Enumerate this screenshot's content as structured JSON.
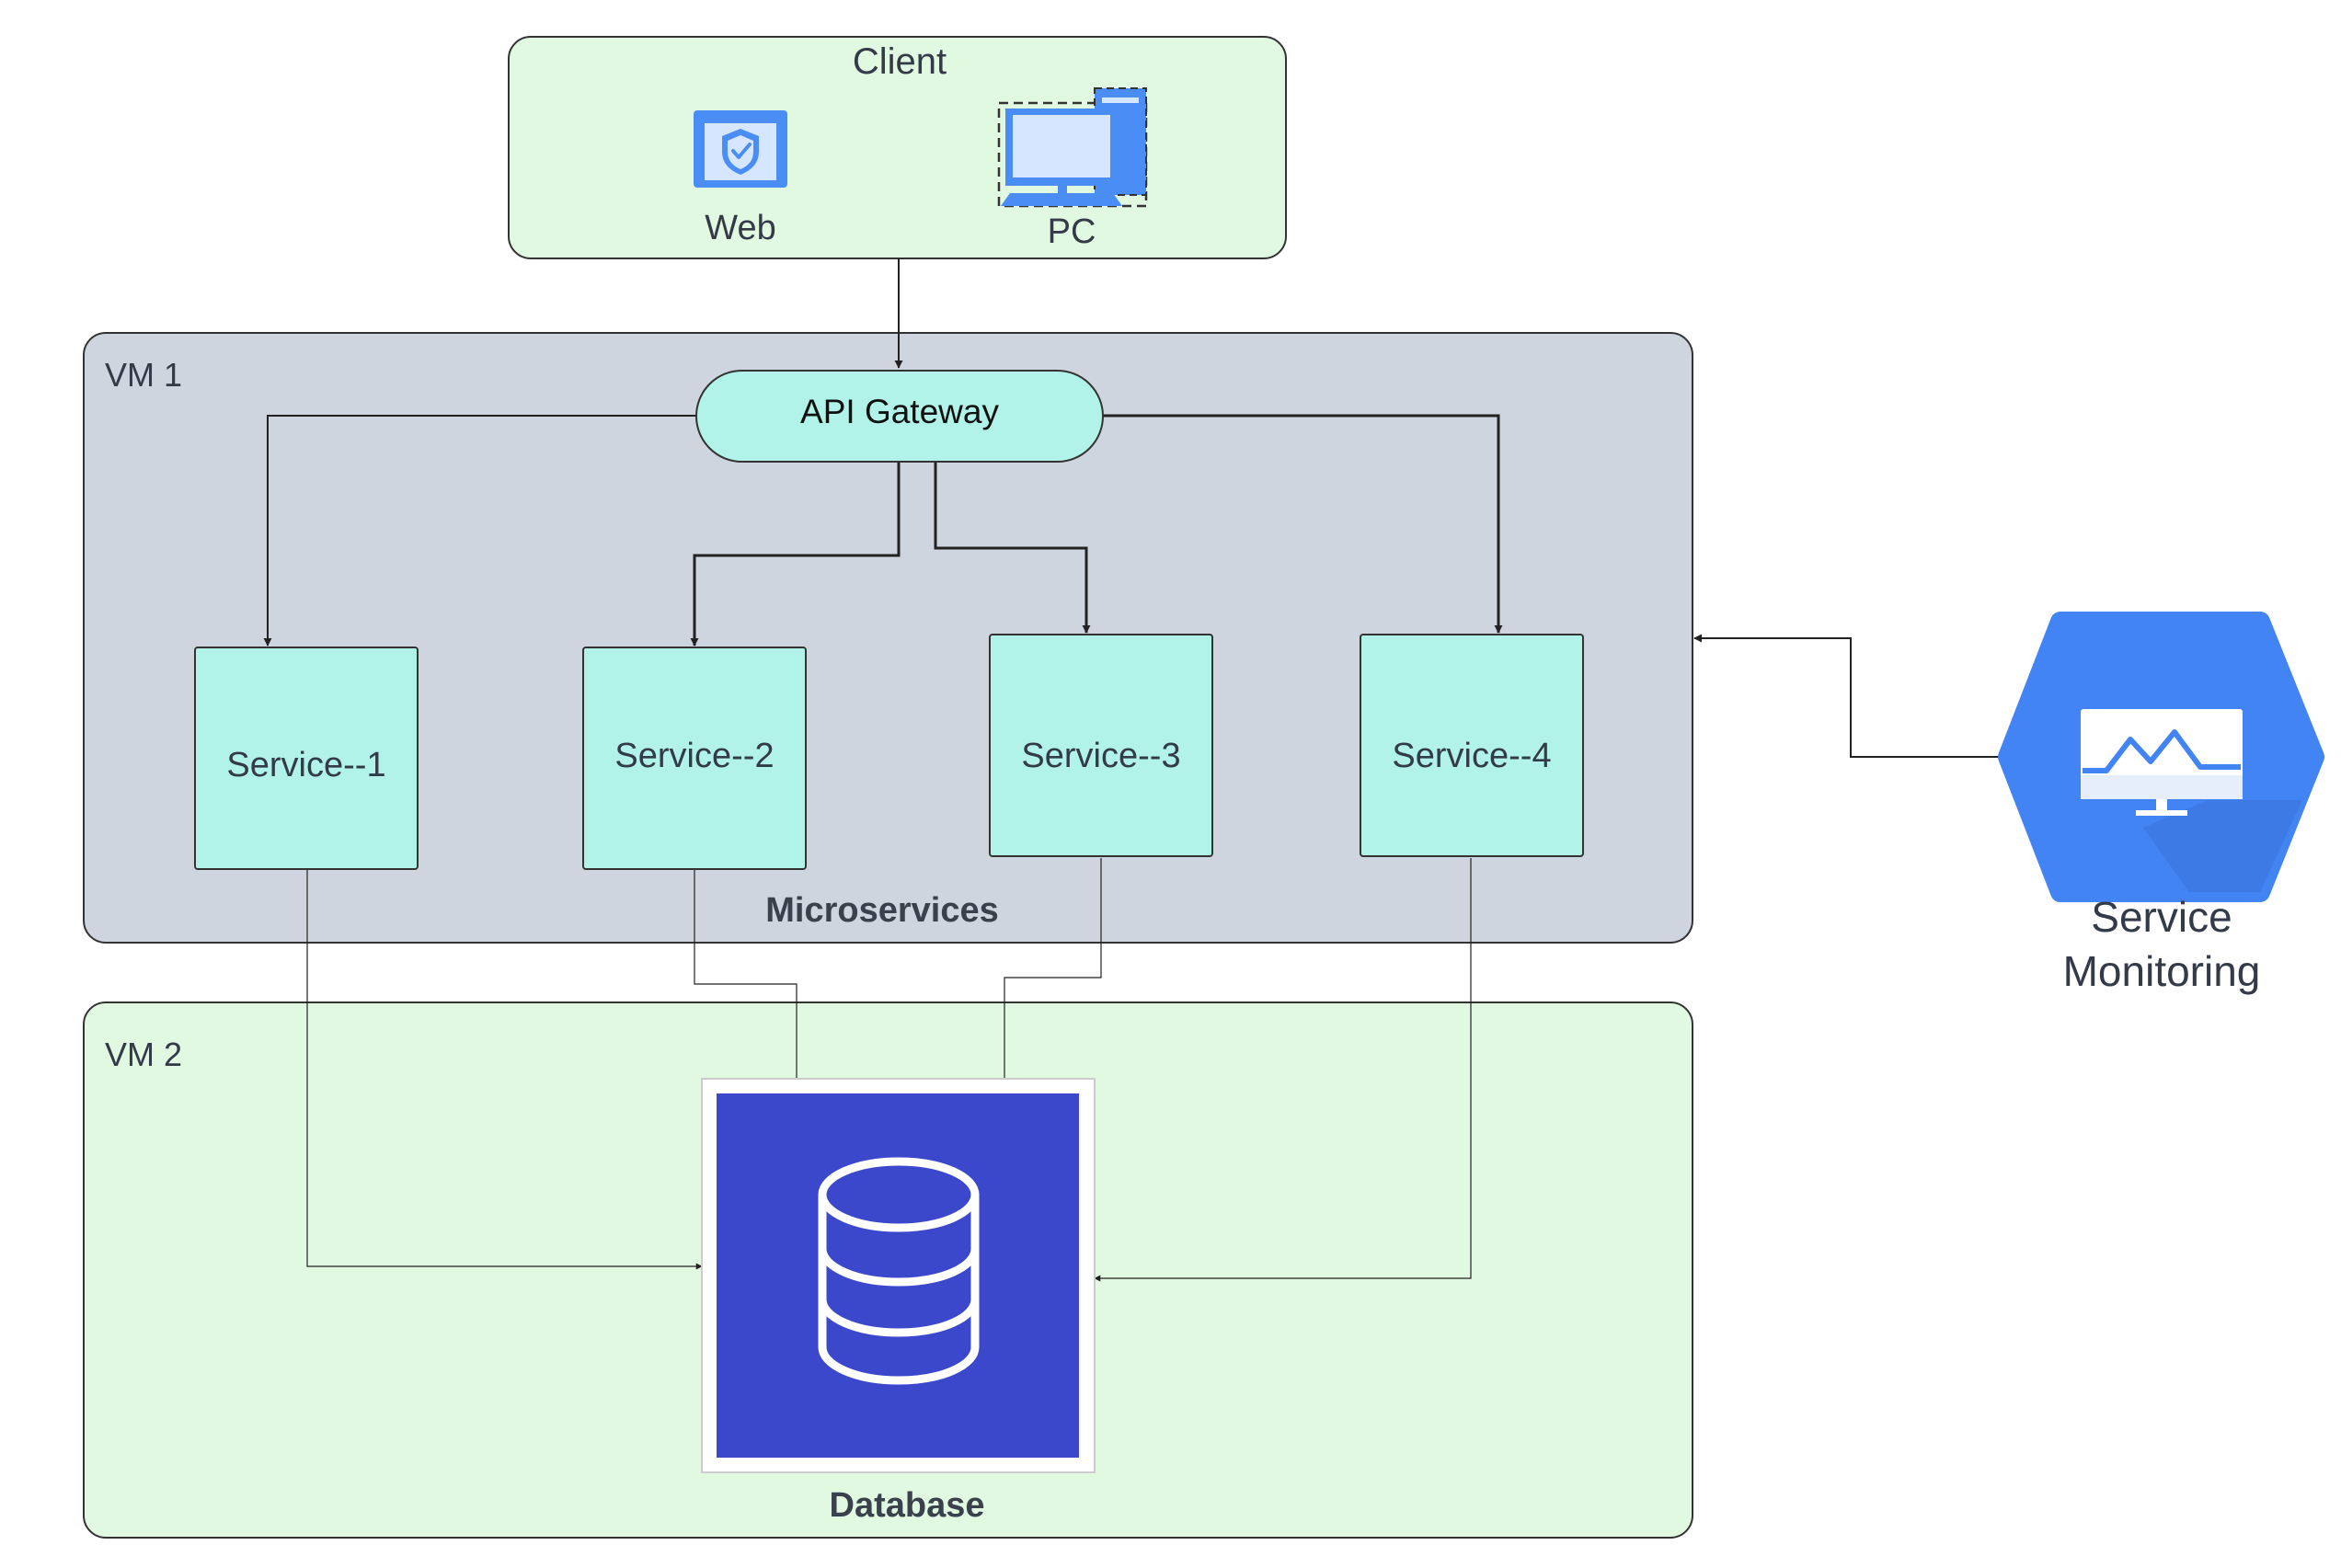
{
  "client": {
    "title": "Client",
    "web_label": "Web",
    "pc_label": "PC"
  },
  "vm1": {
    "title": "VM 1",
    "gateway_label": "API Gateway",
    "services": [
      "Service--1",
      "Service--2",
      "Service--3",
      "Service--4"
    ],
    "group_label": "Microservices"
  },
  "vm2": {
    "title": "VM 2",
    "database_label": "Database"
  },
  "monitoring": {
    "label_line1": "Service",
    "label_line2": "Monitoring"
  },
  "colors": {
    "client_fill": "#e1f9e1",
    "vm1_fill": "#cfd5de",
    "vm2_fill": "#e1f9e1",
    "service_fill": "#b2f3e9",
    "database_fill": "#3c48cc",
    "monitoring_fill": "#4284f3",
    "icon_blue": "#4a8ef5"
  },
  "icons": {
    "web": "shield-browser-icon",
    "pc": "desktop-computer-icon",
    "database": "database-cylinder-icon",
    "monitoring": "monitor-chart-icon"
  }
}
